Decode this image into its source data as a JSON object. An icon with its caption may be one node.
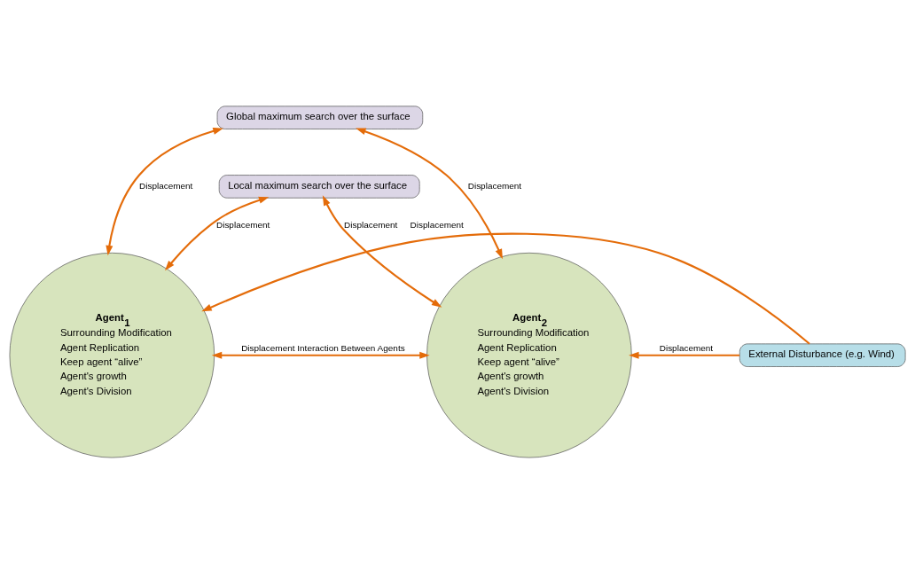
{
  "diagram": {
    "nodes": [
      {
        "text": [
          "Global maximum search over the surface"
        ]
      },
      {
        "text": [
          "Local maximum search over the surface"
        ]
      },
      {
        "text": [
          "Agent$_{1}$",
          "Surrounding Modification",
          "Agent Replication",
          "Keep agent “alive”",
          "Agent's growth",
          "Agent's Division"
        ]
      },
      {
        "text": [
          "Agent$_{2}$",
          "Surrounding Modification",
          "Agent Replication",
          "Keep agent “alive”",
          "Agent's growth",
          "Agent's Division"
        ]
      },
      {
        "text": [
          "External Disturbance (e.g. Wind)"
        ]
      }
    ],
    "edges": [
      {
        "from": 0,
        "to": 2,
        "arrow": "both",
        "label": "Displacement"
      },
      {
        "from": 1,
        "to": 2,
        "arrow": "both",
        "label": "Displacement"
      },
      {
        "from": 0,
        "to": 3,
        "arrow": "both",
        "label": "Displacement"
      },
      {
        "from": 1,
        "to": 3,
        "arrow": "both",
        "label": "Displacement"
      },
      {
        "from": 2,
        "to": 3,
        "arrow": "both",
        "label": "Displacement Interaction Between Agents"
      },
      {
        "from": 4,
        "to": 2,
        "arrow": "to",
        "label": "Displacement"
      },
      {
        "from": 4,
        "to": 3,
        "arrow": "to",
        "label": "Displacement"
      }
    ]
  }
}
